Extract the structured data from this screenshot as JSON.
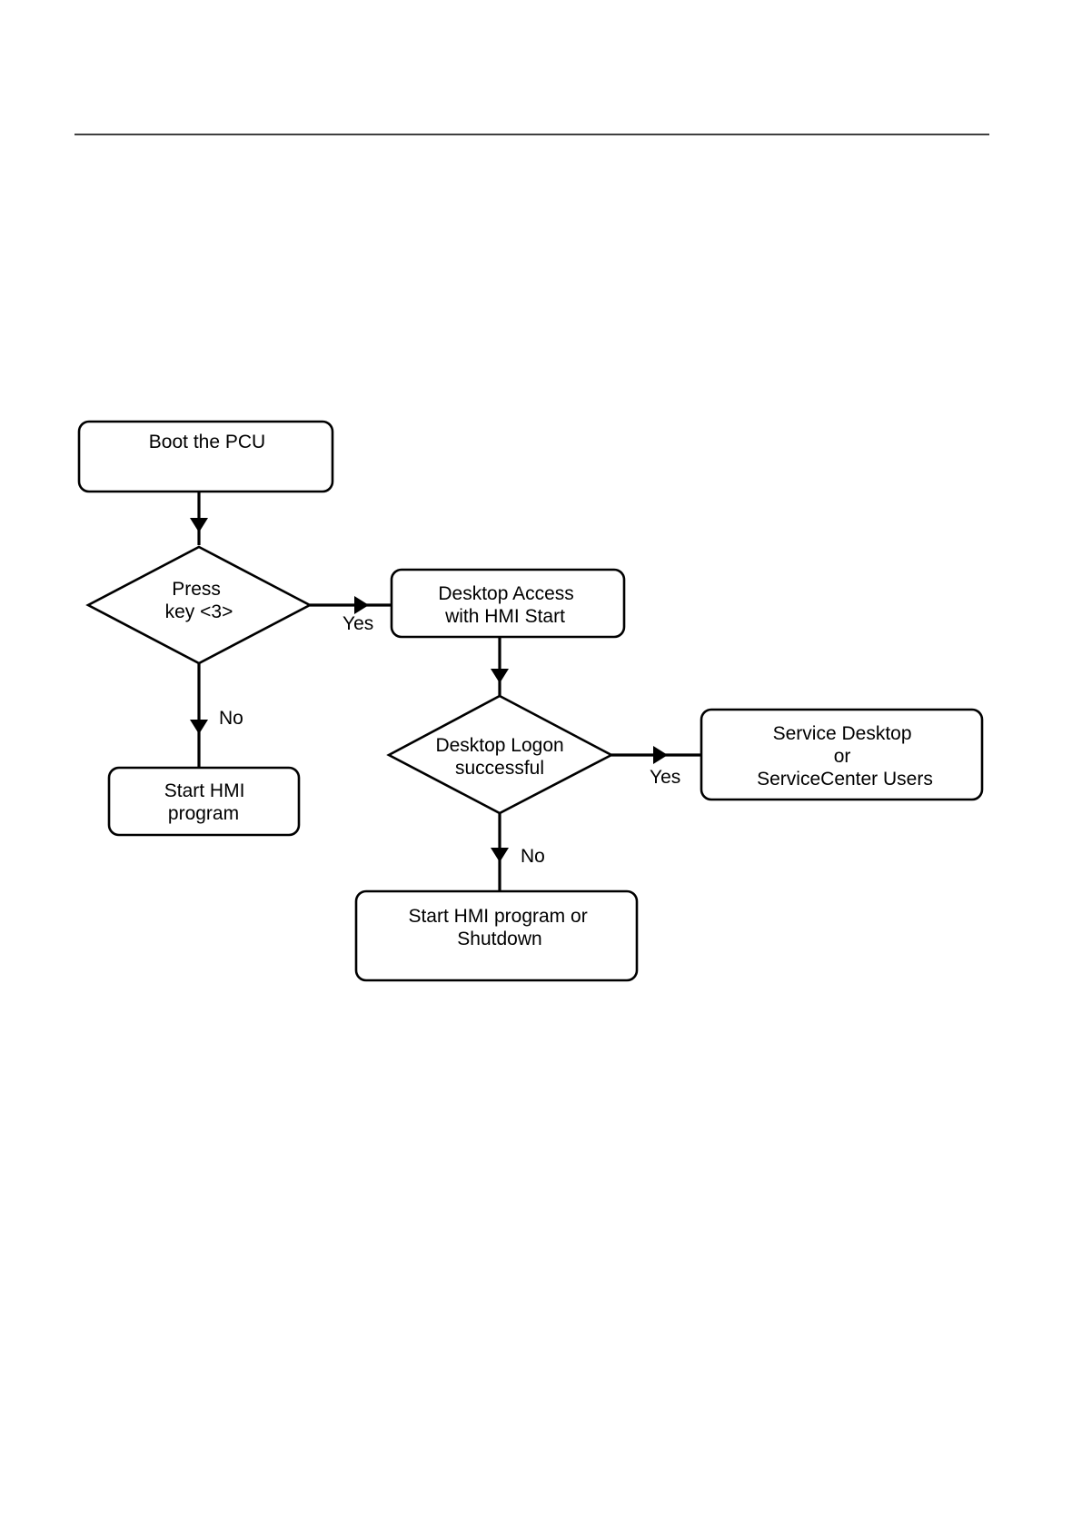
{
  "diagram": {
    "type": "flowchart",
    "nodes": {
      "boot": {
        "lines": [
          "Boot the PCU"
        ]
      },
      "press": {
        "lines": [
          "Press",
          "key <3>"
        ]
      },
      "desktop_access": {
        "lines": [
          "Desktop Access",
          "with HMI Start"
        ]
      },
      "start_hmi": {
        "lines": [
          "Start HMI",
          "program"
        ]
      },
      "logon": {
        "lines": [
          "Desktop Logon",
          "successful"
        ]
      },
      "service": {
        "lines": [
          "Service Desktop",
          "or",
          "ServiceCenter Users"
        ]
      },
      "start_hmi_shutdown": {
        "lines": [
          "Start HMI program or",
          "Shutdown"
        ]
      }
    },
    "edges": {
      "press_yes": "Yes",
      "press_no": "No",
      "logon_yes": "Yes",
      "logon_no": "No"
    },
    "colors": {
      "stroke": "#000000",
      "fill": "#ffffff",
      "text": "#000000"
    }
  }
}
